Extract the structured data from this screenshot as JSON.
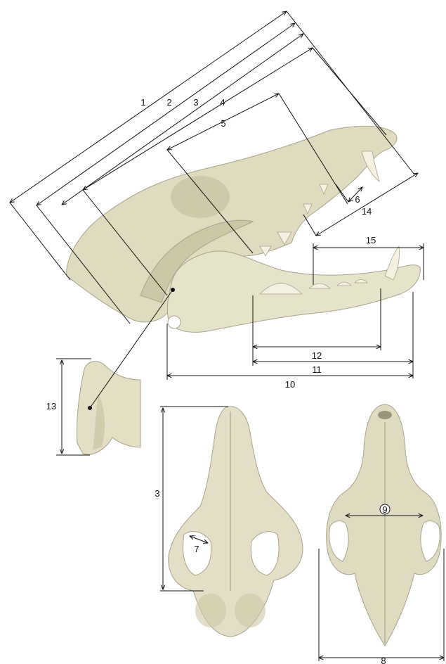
{
  "figure": {
    "colors": {
      "background": "#ffffff",
      "bone_light": "#e8e6cf",
      "bone_mid": "#d9d6b8",
      "bone_shadow": "#c9c5a4",
      "teeth": "#f4f1e2",
      "dimension_line": "#111111"
    },
    "lateral_view": {
      "measurement_labels": [
        "1",
        "2",
        "3",
        "4",
        "5",
        "6",
        "14",
        "15",
        "12",
        "11",
        "10"
      ]
    },
    "detail_view": {
      "measurement_labels": [
        "13"
      ]
    },
    "ventral_view": {
      "measurement_labels": [
        "3",
        "7"
      ]
    },
    "dorsal_view": {
      "measurement_labels": [
        "9",
        "8"
      ]
    }
  }
}
